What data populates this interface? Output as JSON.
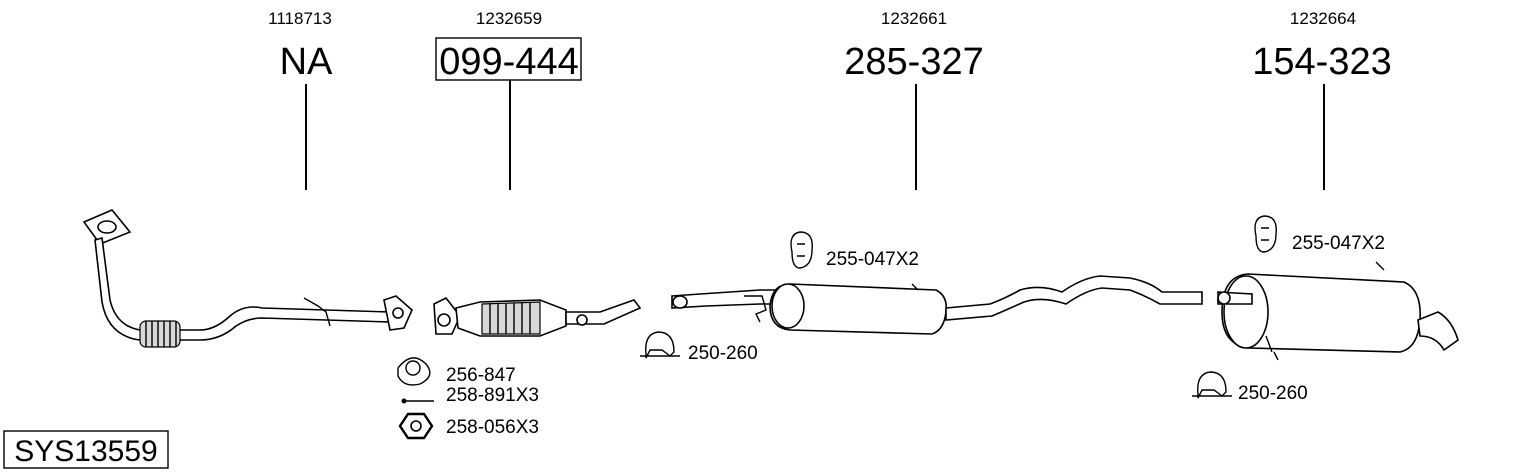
{
  "system": {
    "code": "SYS13559"
  },
  "parts": [
    {
      "oem": "1118713",
      "part_number": "NA",
      "boxed": false
    },
    {
      "oem": "1232659",
      "part_number": "099-444",
      "boxed": true
    },
    {
      "oem": "1232661",
      "part_number": "285-327",
      "boxed": false
    },
    {
      "oem": "1232664",
      "part_number": "154-323",
      "boxed": false
    }
  ],
  "accessories": {
    "gasket": "256-847",
    "bolt": "258-891X3",
    "nut": "258-056X3",
    "clamp_1": "250-260",
    "hanger_1": "255-047X2",
    "hanger_2": "255-047X2",
    "clamp_2": "250-260"
  }
}
